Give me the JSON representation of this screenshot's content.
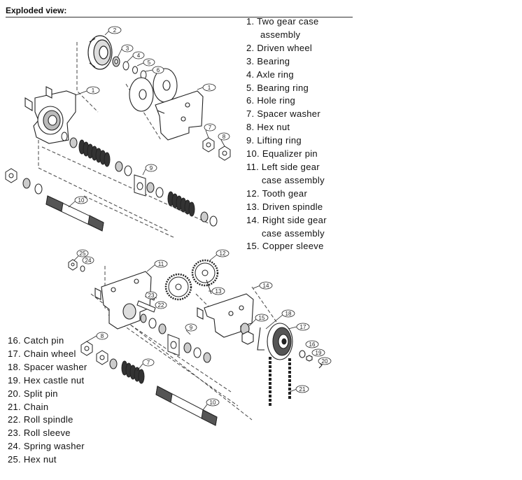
{
  "header": {
    "title": "Exploded view:"
  },
  "parts_top": [
    {
      "label": "1. Two gear case",
      "cont": "assembly"
    },
    {
      "label": "2. Driven wheel",
      "cont": ""
    },
    {
      "label": "3. Bearing",
      "cont": ""
    },
    {
      "label": "4. Axle ring",
      "cont": ""
    },
    {
      "label": "5. Bearing ring",
      "cont": ""
    },
    {
      "label": "6. Hole ring",
      "cont": ""
    },
    {
      "label": "7. Spacer washer",
      "cont": ""
    },
    {
      "label": "8. Hex nut",
      "cont": ""
    },
    {
      "label": "9. Lifting ring",
      "cont": ""
    },
    {
      "label": "10. Equalizer pin",
      "cont": ""
    },
    {
      "label": "11. Left side gear",
      "cont": "case assembly"
    },
    {
      "label": "12. Tooth gear",
      "cont": ""
    },
    {
      "label": "13. Driven spindle",
      "cont": ""
    },
    {
      "label": "14. Right side gear",
      "cont": "case assembly"
    },
    {
      "label": "15. Copper sleeve",
      "cont": ""
    }
  ],
  "parts_bottom": [
    {
      "label": "16. Catch pin"
    },
    {
      "label": "17. Chain wheel"
    },
    {
      "label": "18. Spacer washer"
    },
    {
      "label": "19. Hex castle nut"
    },
    {
      "label": "20. Split pin"
    },
    {
      "label": "21. Chain"
    },
    {
      "label": "22. Roll spindle"
    },
    {
      "label": "23. Roll sleeve"
    },
    {
      "label": "24. Spring washer"
    },
    {
      "label": "25. Hex nut"
    }
  ],
  "callouts": {
    "c1a": "1",
    "c1b": "1",
    "c2": "2",
    "c3": "3",
    "c4": "4",
    "c5": "5",
    "c6": "6",
    "c7a": "7",
    "c7b": "7",
    "c8a": "8",
    "c8b": "8",
    "c9a": "9",
    "c9b": "9",
    "c10a": "10",
    "c10b": "10",
    "c11": "11",
    "c12": "12",
    "c13": "13",
    "c14": "14",
    "c15": "15",
    "c16": "16",
    "c17": "17",
    "c18": "18",
    "c19": "19",
    "c20": "20",
    "c21": "21",
    "c22": "22",
    "c23": "23",
    "c24": "24",
    "c25": "25"
  }
}
